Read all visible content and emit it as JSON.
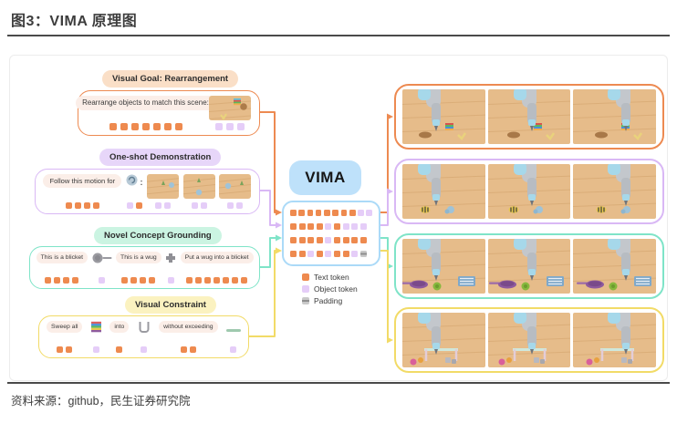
{
  "title": "图3：VIMA 原理图",
  "source": "资料来源：github，民生证券研究院",
  "vima_label": "VIMA",
  "colors": {
    "title_text": "#3D3D3D",
    "rule": "#4A4A4A",
    "vima_bg": "#BEE1FA",
    "grid_border": "#ABDAF8",
    "prompt_pill_bg": "#FBEEE8"
  },
  "token_colors": {
    "text": "#EE8A4F",
    "object": "#E5CDF8",
    "padding": "#C9C9C9"
  },
  "legend": [
    {
      "label": "Text token",
      "type": "T"
    },
    {
      "label": "Object token",
      "type": "O"
    },
    {
      "label": "Padding",
      "type": "P"
    }
  ],
  "panels": [
    {
      "id": "visual-goal",
      "header": "Visual Goal: Rearrangement",
      "accent": "#ED8A51",
      "header_bg": "#FADFC7",
      "prompt": "Rearrange objects to match this scene:",
      "scene": "tabletop-goal-thumbnail",
      "token_groups": [
        [
          "T",
          "T",
          "T",
          "T",
          "T",
          "T",
          "T"
        ],
        [
          "O",
          "O",
          "O"
        ]
      ]
    },
    {
      "id": "one-shot",
      "header": "One-shot Demonstration",
      "accent": "#D9B8F5",
      "header_bg": "#E7D6F9",
      "prompt": "Follow this motion for",
      "colon": ":",
      "scene": "three-demo-video-frames",
      "token_groups": [
        [
          "T",
          "T",
          "T",
          "T"
        ],
        [
          "O",
          "T"
        ],
        [
          "O",
          "O"
        ],
        [
          "O",
          "O"
        ],
        [
          "O",
          "O"
        ]
      ]
    },
    {
      "id": "novel-concept",
      "header": "Novel Concept Grounding",
      "accent": "#7FE4C8",
      "header_bg": "#CBF4E2",
      "prompts": [
        "This is a blicket",
        "This is a wug",
        "Put a wug into a blicket"
      ],
      "token_groups": [
        [
          "T",
          "T",
          "T",
          "T"
        ],
        [
          "O"
        ],
        [
          "T",
          "T",
          "T",
          "T"
        ],
        [
          "O"
        ],
        [
          "T",
          "T",
          "T",
          "T",
          "T",
          "T",
          "T"
        ]
      ]
    },
    {
      "id": "visual-constraint",
      "header": "Visual Constraint",
      "accent": "#F2DB67",
      "header_bg": "#FBF2C0",
      "prompts": [
        "Sweep all",
        "into",
        "without exceeding"
      ],
      "token_groups": [
        [
          "T",
          "T"
        ],
        [
          "O"
        ],
        [
          "T"
        ],
        [
          "O"
        ],
        [
          "T",
          "T"
        ],
        [
          "O"
        ]
      ]
    }
  ],
  "token_grid": [
    "TTTTTTTTOO",
    "TTTTOTOOO",
    "TTTTOTTTT",
    "TTOTOTTOP"
  ],
  "output_rows": [
    {
      "scene": "robot-rearranging-cakes",
      "frames": 3
    },
    {
      "scene": "robot-following-motion",
      "frames": 3
    },
    {
      "scene": "robot-wug-into-blicket-pan",
      "frames": 3
    },
    {
      "scene": "robot-sweeping-into-frame",
      "frames": 3
    }
  ]
}
